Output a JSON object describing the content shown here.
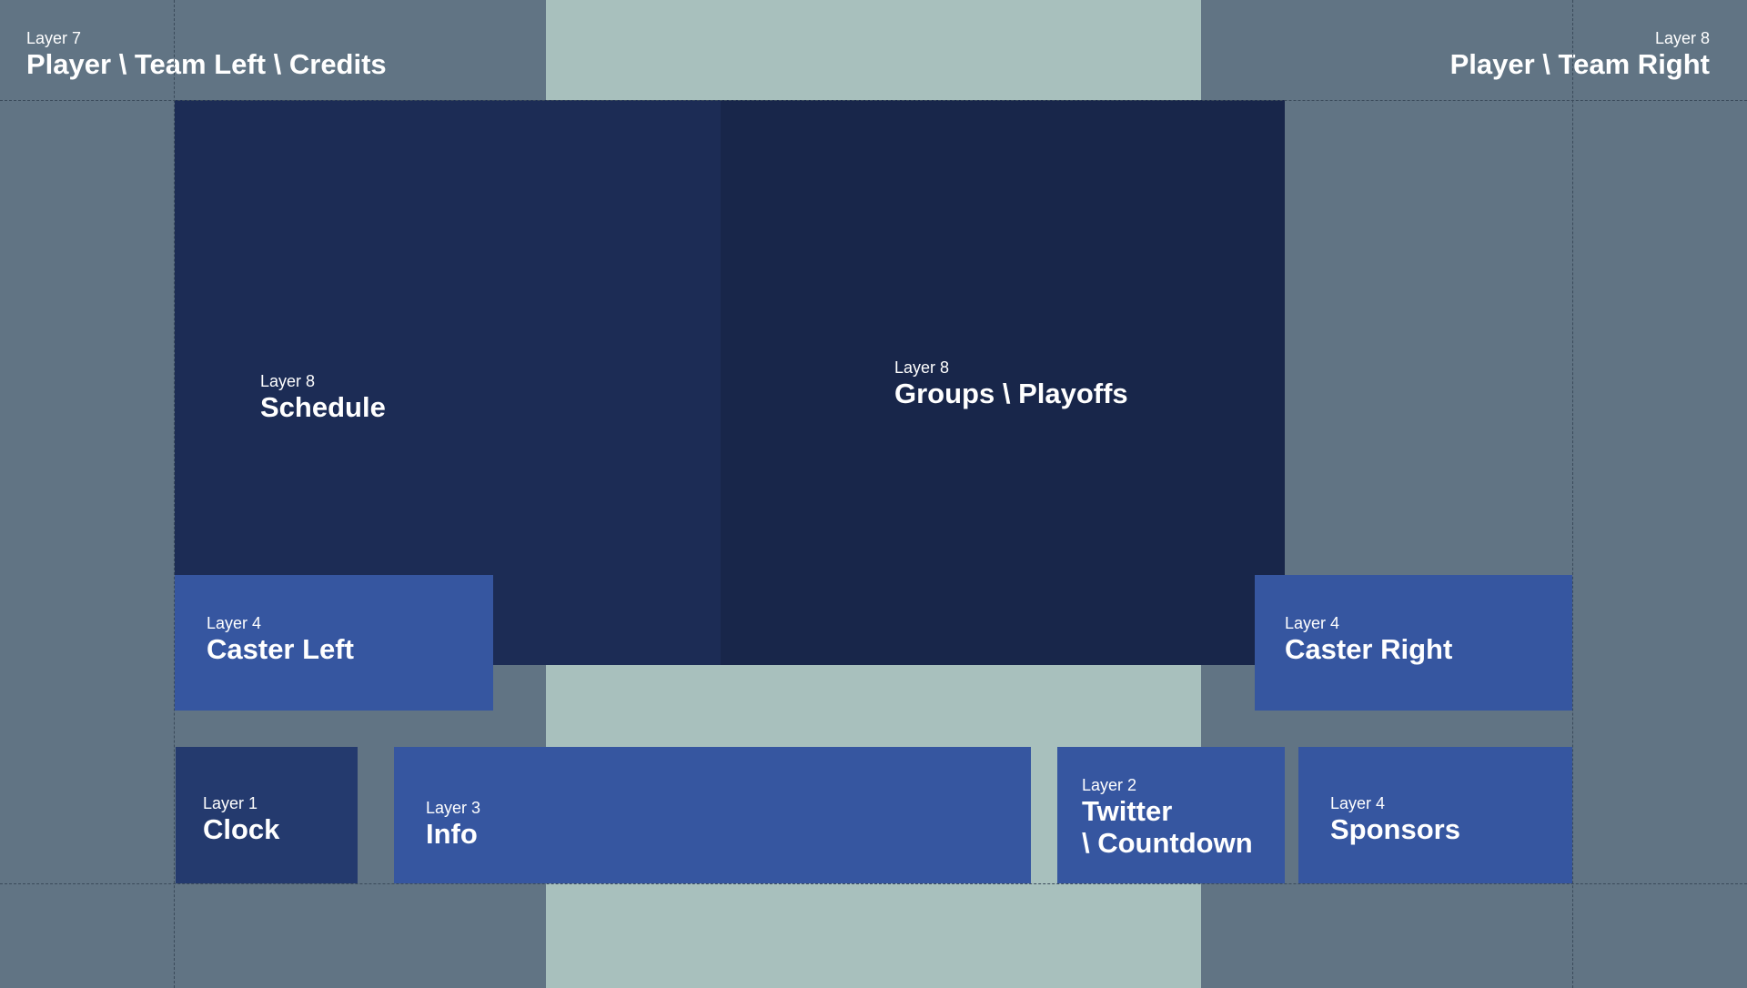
{
  "colors": {
    "background": "#617484",
    "center_strip": "#a8c0bd",
    "schedule": "#1c2c55",
    "groups": "#18264a",
    "caster": "#3656a0",
    "clock": "#243a6e",
    "info": "#3656a0",
    "twitter": "#3656a0",
    "sponsors": "#3656a0",
    "text": "#ffffff"
  },
  "regions": {
    "player_left": {
      "layer": "Layer 7",
      "name": "Player \\ Team Left \\ Credits"
    },
    "player_right": {
      "layer": "Layer 8",
      "name": "Player \\ Team Right"
    },
    "schedule": {
      "layer": "Layer 8",
      "name": "Schedule"
    },
    "groups": {
      "layer": "Layer 8",
      "name": "Groups \\ Playoffs"
    },
    "caster_left": {
      "layer": "Layer 4",
      "name": "Caster Left"
    },
    "caster_right": {
      "layer": "Layer 4",
      "name": "Caster Right"
    },
    "clock": {
      "layer": "Layer 1",
      "name": "Clock"
    },
    "info": {
      "layer": "Layer 3",
      "name": "Info"
    },
    "twitter": {
      "layer": "Layer 2",
      "name": "Twitter\n\\ Countdown"
    },
    "sponsors": {
      "layer": "Layer 4",
      "name": "Sponsors"
    }
  }
}
